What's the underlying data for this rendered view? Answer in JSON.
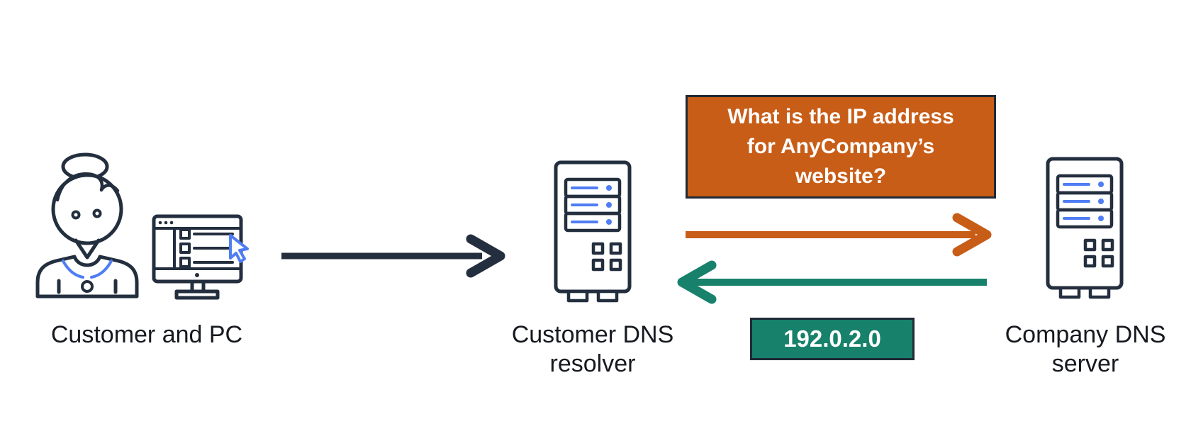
{
  "diagram": {
    "colors": {
      "outline_dark": "#232f3e",
      "accent_blue": "#4f7df3",
      "orange": "#c85d17",
      "teal": "#17816b",
      "box_border": "#1f2a36",
      "label_text": "#16191f",
      "box_text": "#ffffff",
      "background": "#ffffff"
    },
    "nodes": [
      {
        "label": "Customer and PC",
        "icon": "customer-and-pc-icon"
      },
      {
        "label": "Customer DNS resolver",
        "icon": "dns-server-icon"
      },
      {
        "label": "Company DNS server",
        "icon": "dns-server-icon"
      }
    ],
    "messages": {
      "query": {
        "lines": [
          "What is the IP address",
          "for AnyCompany’s",
          "website?"
        ],
        "color": "#c85d17"
      },
      "answer": {
        "text": "192.0.2.0",
        "color": "#17816b"
      }
    },
    "arrows": {
      "request": {
        "from": "Customer and PC",
        "to": "Customer DNS resolver",
        "direction": "right",
        "color": "#232f3e"
      },
      "query": {
        "from": "Customer DNS resolver",
        "to": "Company DNS server",
        "direction": "right",
        "color": "#c85d17"
      },
      "response": {
        "from": "Company DNS server",
        "to": "Customer DNS resolver",
        "direction": "left",
        "color": "#17816b"
      }
    }
  }
}
